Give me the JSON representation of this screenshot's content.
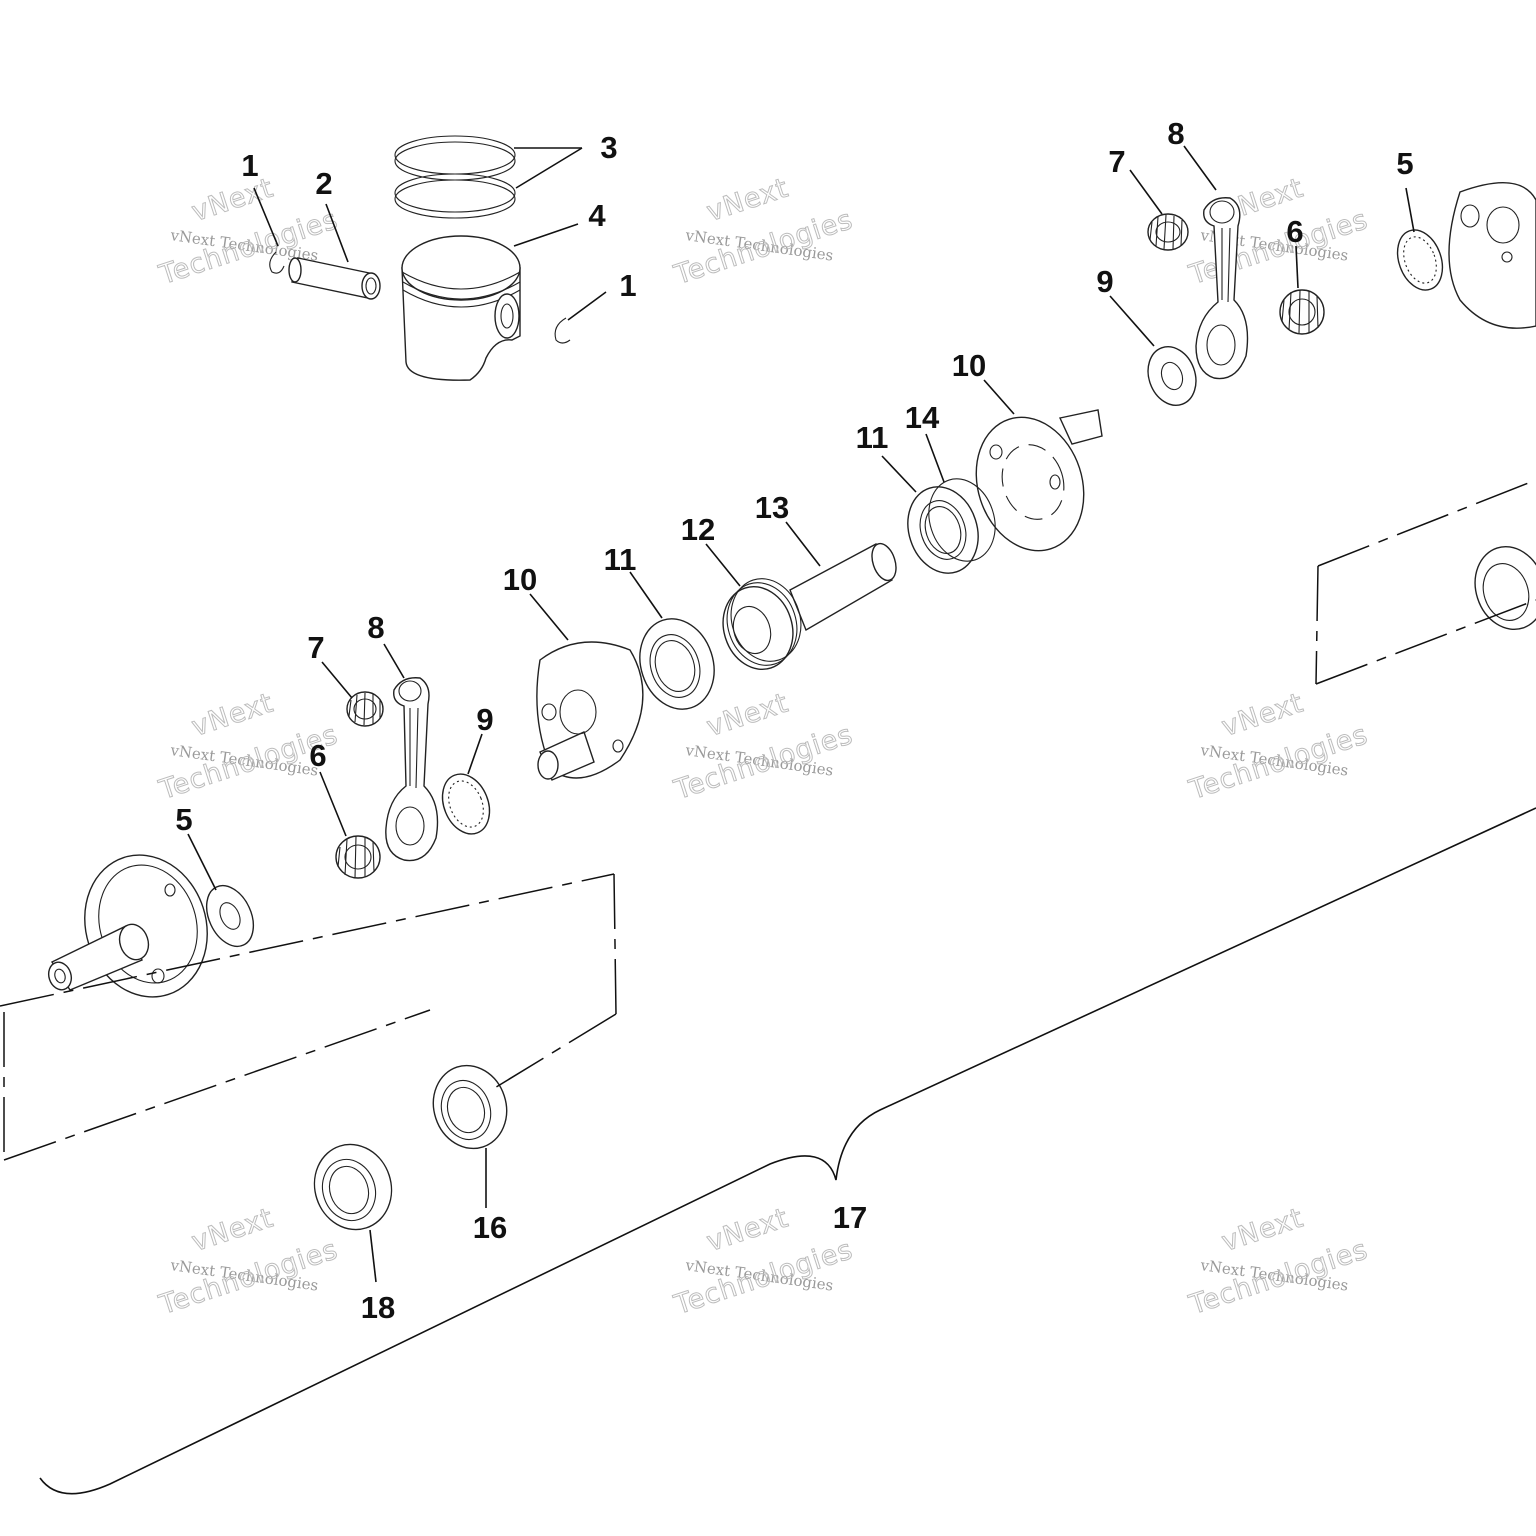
{
  "diagram": {
    "callouts": [
      {
        "id": "c1a",
        "text": "1"
      },
      {
        "id": "c2",
        "text": "2"
      },
      {
        "id": "c3",
        "text": "3"
      },
      {
        "id": "c4",
        "text": "4"
      },
      {
        "id": "c1b",
        "text": "1"
      },
      {
        "id": "c7a",
        "text": "7"
      },
      {
        "id": "c8a",
        "text": "8"
      },
      {
        "id": "c5a",
        "text": "5"
      },
      {
        "id": "c6a",
        "text": "6"
      },
      {
        "id": "c9a",
        "text": "9"
      },
      {
        "id": "c10a",
        "text": "10"
      },
      {
        "id": "c14",
        "text": "14"
      },
      {
        "id": "c11a",
        "text": "11"
      },
      {
        "id": "c13",
        "text": "13"
      },
      {
        "id": "c12",
        "text": "12"
      },
      {
        "id": "c11b",
        "text": "11"
      },
      {
        "id": "c10b",
        "text": "10"
      },
      {
        "id": "c8b",
        "text": "8"
      },
      {
        "id": "c7b",
        "text": "7"
      },
      {
        "id": "c9b",
        "text": "9"
      },
      {
        "id": "c6b",
        "text": "6"
      },
      {
        "id": "c5b",
        "text": "5"
      },
      {
        "id": "c16",
        "text": "16"
      },
      {
        "id": "c17",
        "text": "17"
      },
      {
        "id": "c18",
        "text": "18"
      }
    ],
    "watermark": {
      "small": "vNext Technologies",
      "big_line1": "vNext",
      "big_line2": "Technologies"
    }
  }
}
